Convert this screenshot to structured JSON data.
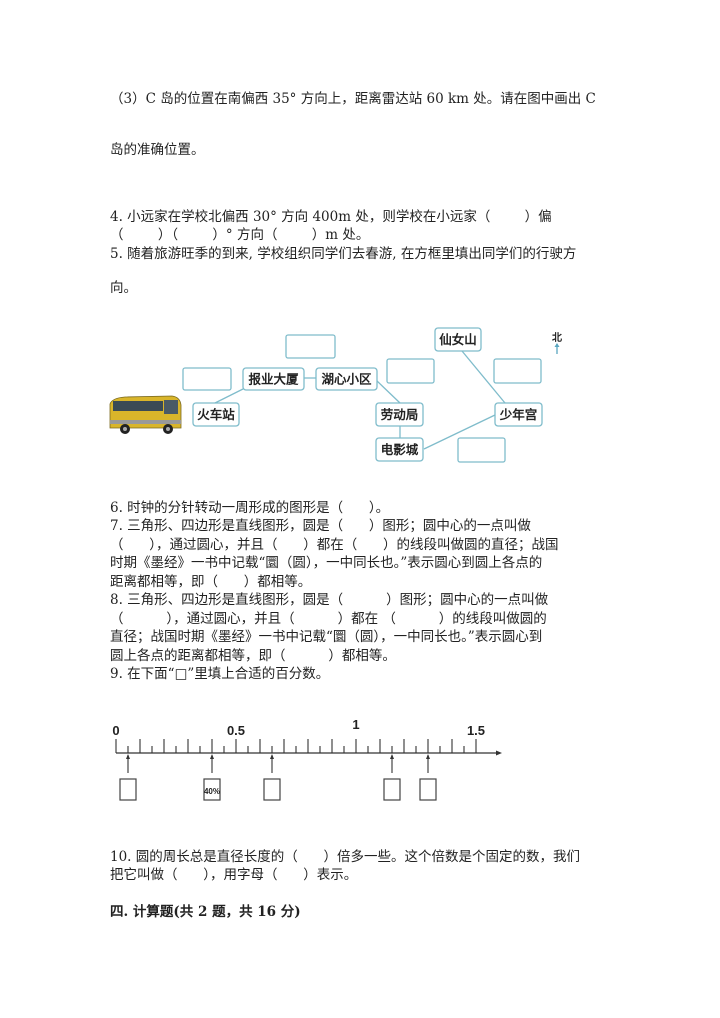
{
  "q3": {
    "line1": "（3）C 岛的位置在南偏西 35° 方向上，距离雷达站 60 km 处。请在图中画出 C",
    "line2": "岛的准确位置。"
  },
  "q4": {
    "line1": "4. 小远家在学校北偏西 30° 方向 400m 处，则学校在小远家（        ）偏",
    "line2": "（        ）（        ）° 方向（        ）m 处。"
  },
  "q5": {
    "line1": "5. 随着旅游旺季的到来, 学校组织同学们去春游, 在方框里填出同学们的行驶方",
    "line2": "向。",
    "diagram": {
      "stations": [
        "报业大厦",
        "湖心小区",
        "仙女山",
        "火车站",
        "劳动局",
        "少年宫",
        "电影城"
      ],
      "north_label": "北",
      "bus_icon": "bus-icon"
    }
  },
  "q6": {
    "line1": "6. 时钟的分针转动一周形成的图形是（      ）。"
  },
  "q7": {
    "lines": [
      "7. 三角形、四边形是直线图形，圆是（      ）图形；圆中心的一点叫做",
      "（      ），通过圆心，并且（      ）都在（      ）的线段叫做圆的直径；战国",
      "时期《墨经》一书中记载“圜（圆），一中同长也。”表示圆心到圆上各点的",
      "距离都相等，即（      ）都相等。"
    ]
  },
  "q8": {
    "lines": [
      "8. 三角形、四边形是直线图形，圆是（          ）图形；圆中心的一点叫做",
      "（          ），通过圆心，并且（          ）都在 （          ）的线段叫做圆的",
      "直径；战国时期《墨经》一书中记载“圜（圆），一中同长也。”表示圆心到",
      "圆上各点的距离都相等，即（          ）都相等。"
    ]
  },
  "q9": {
    "line1": "9. 在下面“□”里填上合适的百分数。",
    "number_line": {
      "labels": [
        "0",
        "0.5",
        "1",
        "1.5"
      ],
      "range": [
        0,
        1.5
      ],
      "tick_step": 0.05,
      "arrows": [
        0.05,
        0.4,
        0.65,
        1.15,
        1.3
      ],
      "given": {
        "0.4": "40%"
      }
    }
  },
  "q10": {
    "lines": [
      "10. 圆的周长总是直径长度的（      ）倍多一些。这个倍数是个固定的数，我们",
      "把它叫做（      ），用字母（      ）表示。"
    ]
  },
  "section4": {
    "title": "四. 计算题(共 2 题，共 16 分)"
  }
}
